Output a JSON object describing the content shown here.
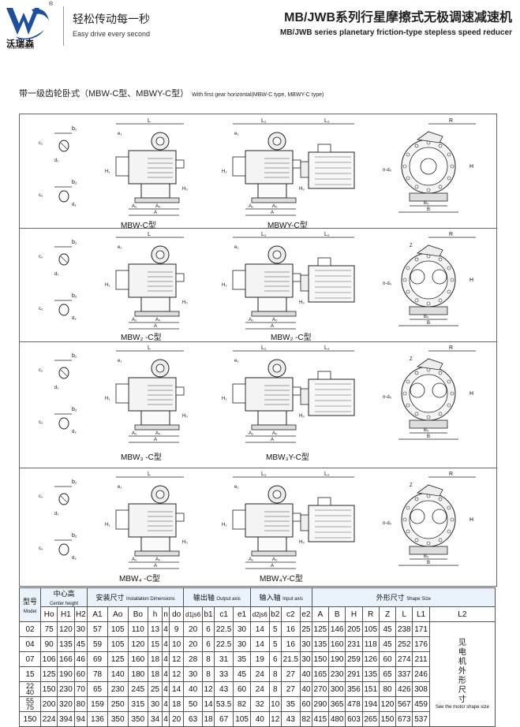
{
  "header": {
    "brand_name": "沃瑞森",
    "brand_pinyin": "WORUISEN",
    "reg_mark": "®",
    "slogan_cn": "轻松传动每一秒",
    "slogan_en": "Easy drive every second",
    "title_cn": "MB/JWB系列行星摩擦式无极调速减速机",
    "title_en": "MB/JWB series planetary friction-type stepless speed reducer"
  },
  "subtitle": {
    "cn": "带一级齿轮卧式（MBW-C型、MBWY-C型）",
    "en": "With first gear horizontal(MBW-C type, MBWY-C type)"
  },
  "diagram_labels": {
    "L": "L",
    "L1": "L₁",
    "L2": "L₂",
    "e1": "e₁",
    "c1": "c₁",
    "b1": "b₁",
    "b2": "b₂",
    "d1": "d₁",
    "d2": "d₂",
    "c2": "c₂",
    "H1": "H₁",
    "H2": "H₂",
    "Ho": "H₀",
    "H": "H",
    "A": "A",
    "A1": "A₁",
    "Ao": "A₀",
    "Bo": "B₀",
    "B": "B",
    "R": "R",
    "Z": "Z",
    "nd": "n-d₀"
  },
  "captions": [
    "MBW-C型",
    "MBWY-C型",
    "MBW₂ -C型",
    "MBW₂ -C型",
    "MBW₃ -C型",
    "MBW₃Y-C型",
    "MBW₄ -C型",
    "MBW₄Y-C型"
  ],
  "table": {
    "group_headers": [
      {
        "cn": "型号",
        "en": "Model"
      },
      {
        "cn": "中心高",
        "en": "Center height"
      },
      {
        "cn": "安装尺寸",
        "en": "Installation Dimensions"
      },
      {
        "cn": "输出轴",
        "en": "Output axis"
      },
      {
        "cn": "输入轴",
        "en": "Input axis"
      },
      {
        "cn": "外形尺寸",
        "en": "Shape Size"
      }
    ],
    "columns": [
      "Ho",
      "H1",
      "H2",
      "A1",
      "Ao",
      "Bo",
      "h",
      "n",
      "do",
      "d1js6",
      "b1",
      "c1",
      "e1",
      "d2js6",
      "b2",
      "c2",
      "e2",
      "A",
      "B",
      "H",
      "R",
      "Z",
      "L",
      "L1",
      "L2"
    ],
    "rows": [
      {
        "model": "02",
        "values": [
          "75",
          "120",
          "30",
          "57",
          "105",
          "110",
          "13",
          "4",
          "9",
          "20",
          "6",
          "22.5",
          "30",
          "14",
          "5",
          "16",
          "25",
          "125",
          "146",
          "205",
          "105",
          "45",
          "238",
          "171"
        ]
      },
      {
        "model": "04",
        "values": [
          "90",
          "135",
          "45",
          "59",
          "105",
          "120",
          "15",
          "4",
          "10",
          "20",
          "6",
          "22.5",
          "30",
          "14",
          "5",
          "16",
          "30",
          "135",
          "160",
          "231",
          "118",
          "45",
          "252",
          "176"
        ]
      },
      {
        "model": "07",
        "values": [
          "106",
          "166",
          "46",
          "69",
          "125",
          "160",
          "18",
          "4",
          "12",
          "28",
          "8",
          "31",
          "35",
          "19",
          "6",
          "21.5",
          "30",
          "150",
          "190",
          "259",
          "126",
          "60",
          "274",
          "211"
        ]
      },
      {
        "model": "15",
        "values": [
          "125",
          "190",
          "60",
          "78",
          "140",
          "180",
          "18",
          "4",
          "12",
          "30",
          "8",
          "33",
          "45",
          "24",
          "8",
          "27",
          "40",
          "165",
          "230",
          "291",
          "135",
          "65",
          "337",
          "246"
        ]
      },
      {
        "model": "22 / 40",
        "values": [
          "150",
          "230",
          "70",
          "65",
          "230",
          "245",
          "25",
          "4",
          "14",
          "40",
          "12",
          "43",
          "60",
          "24",
          "8",
          "27",
          "40",
          "270",
          "300",
          "356",
          "151",
          "80",
          "426",
          "308"
        ]
      },
      {
        "model": "55 / 75",
        "values": [
          "200",
          "320",
          "80",
          "159",
          "250",
          "315",
          "30",
          "4",
          "18",
          "50",
          "14",
          "53.5",
          "82",
          "32",
          "10",
          "35",
          "60",
          "290",
          "365",
          "478",
          "194",
          "120",
          "567",
          "459"
        ]
      },
      {
        "model": "150",
        "values": [
          "224",
          "394",
          "94",
          "136",
          "350",
          "350",
          "34",
          "4",
          "20",
          "63",
          "18",
          "67",
          "105",
          "40",
          "12",
          "43",
          "82",
          "415",
          "480",
          "603",
          "265",
          "150",
          "673",
          "537"
        ]
      }
    ],
    "l2_note_cn": "见电机外形尺寸",
    "l2_note_en": "See the motor shape size"
  }
}
